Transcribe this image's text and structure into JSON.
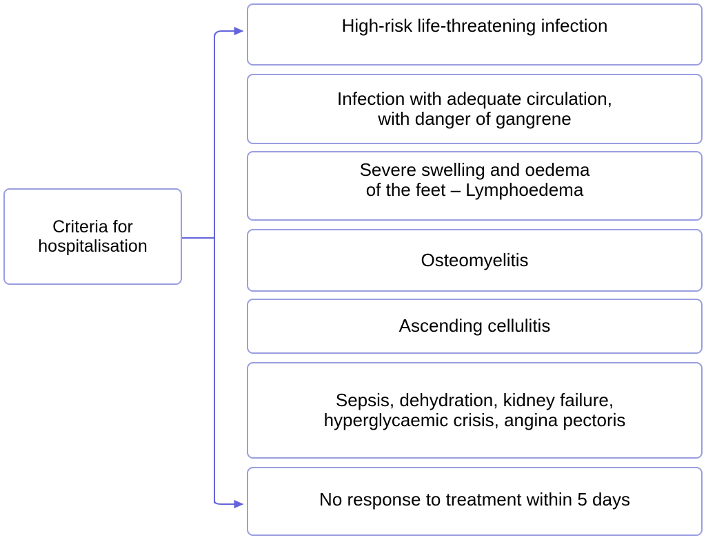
{
  "diagram": {
    "title": "Criteria for hospitalisation",
    "type": "flowchart",
    "orientation": "left-to-right",
    "colors": {
      "node_border": "#9a9ee0",
      "node_fill": "#ffffff",
      "connector": "#6464dc",
      "text": "#000000",
      "background": "#ffffff"
    },
    "root": {
      "label": "Criteria for\nhospitalisation"
    },
    "branches": [
      {
        "id": "c1",
        "label": "High-risk life-threatening infection",
        "has_arrowhead": true
      },
      {
        "id": "c2",
        "label": "Infection with adequate circulation,\nwith danger of gangrene",
        "has_arrowhead": false
      },
      {
        "id": "c3",
        "label": "Severe swelling and oedema\nof the feet – Lymphoedema",
        "has_arrowhead": false
      },
      {
        "id": "c4",
        "label": "Osteomyelitis",
        "has_arrowhead": false
      },
      {
        "id": "c5",
        "label": "Ascending cellulitis",
        "has_arrowhead": false
      },
      {
        "id": "c6",
        "label": "Sepsis, dehydration, kidney failure,\nhyperglycaemic crisis, angina pectoris",
        "has_arrowhead": false
      },
      {
        "id": "c7",
        "label": "No response to treatment within 5 days",
        "has_arrowhead": true
      }
    ]
  }
}
